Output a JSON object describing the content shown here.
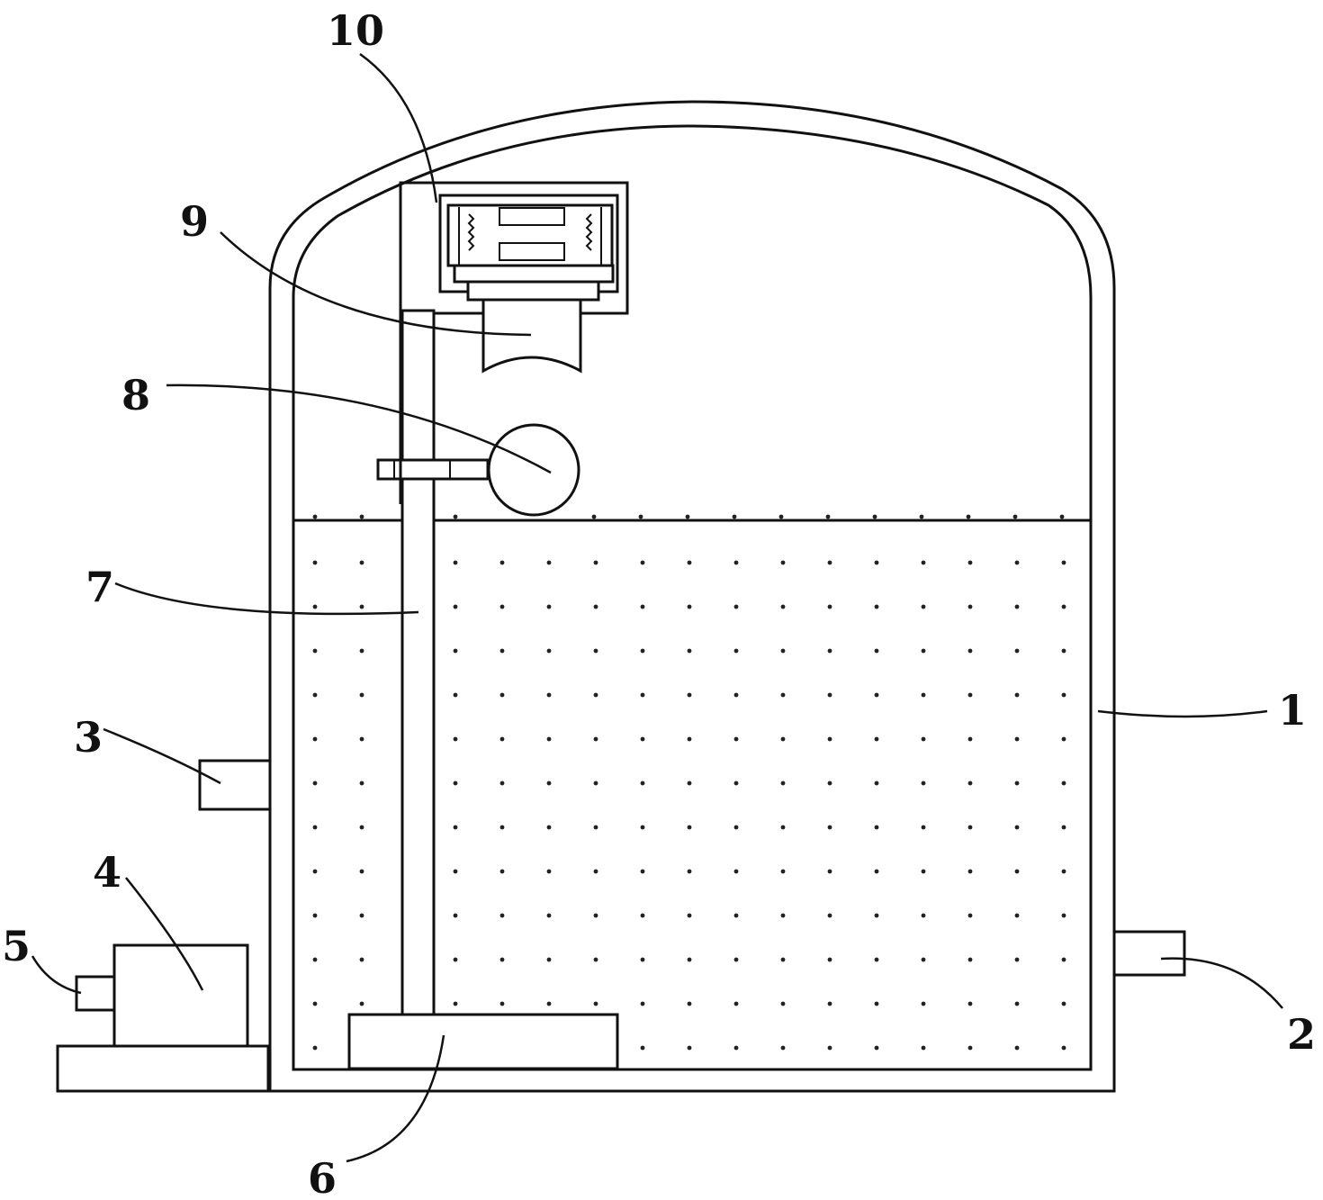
{
  "labels": {
    "tank": "1",
    "outlet": "2",
    "inlet": "3",
    "motor": "4",
    "motor_end": "5",
    "impeller": "6",
    "rod": "7",
    "float": "8",
    "nozzle": "9",
    "housing": "10"
  }
}
